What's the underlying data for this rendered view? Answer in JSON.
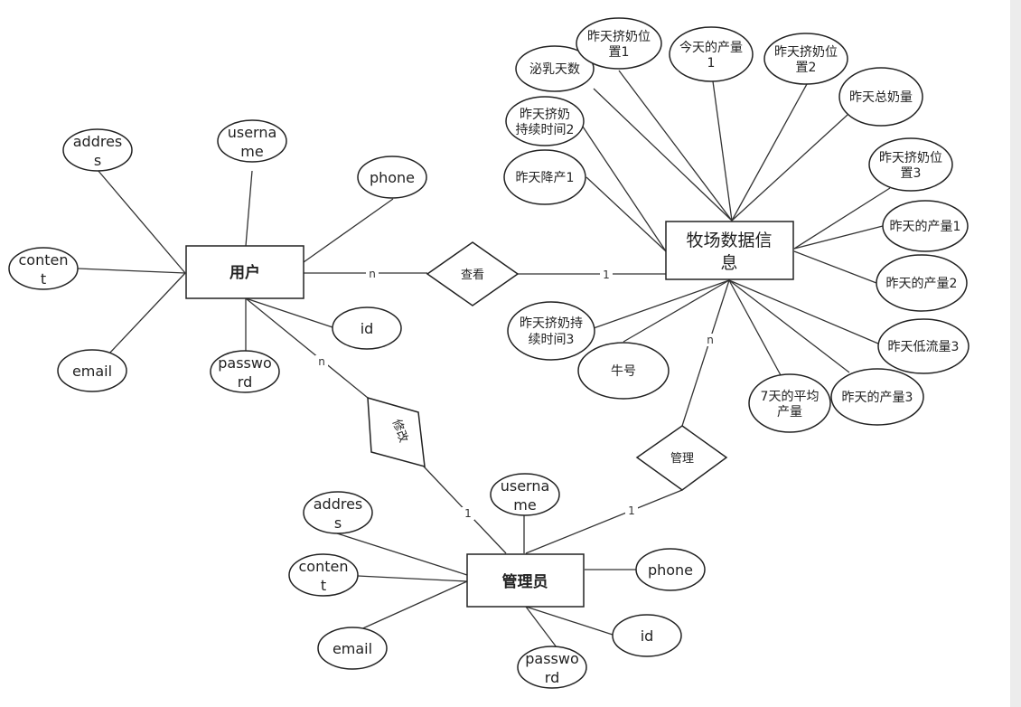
{
  "entities": {
    "user": "用户",
    "admin": "管理员",
    "ranch": "牧场数据信息"
  },
  "relationships": {
    "view": "查看",
    "edit": "修改",
    "manage": "管理"
  },
  "cardinalities": {
    "user_view": "n",
    "view_ranch": "1",
    "user_edit": "n",
    "edit_admin": "1",
    "ranch_manage": "n",
    "manage_admin": "1"
  },
  "user_attributes": [
    "address",
    "username",
    "phone",
    "content",
    "id",
    "email",
    "password"
  ],
  "admin_attributes": [
    "username",
    "address",
    "content",
    "email",
    "phone",
    "id",
    "password"
  ],
  "ranch_attributes": [
    "泌乳天数",
    "昨天挤奶位置1",
    "今天的产量1",
    "昨天挤奶位置2",
    "昨天总奶量",
    "昨天挤奶持续时间2",
    "昨天挤奶位置3",
    "昨天降产1",
    "昨天的产量1",
    "昨天的产量2",
    "昨天挤奶持续时间3",
    "牛号",
    "昨天低流量3",
    "7天的平均产量",
    "昨天的产量3"
  ]
}
